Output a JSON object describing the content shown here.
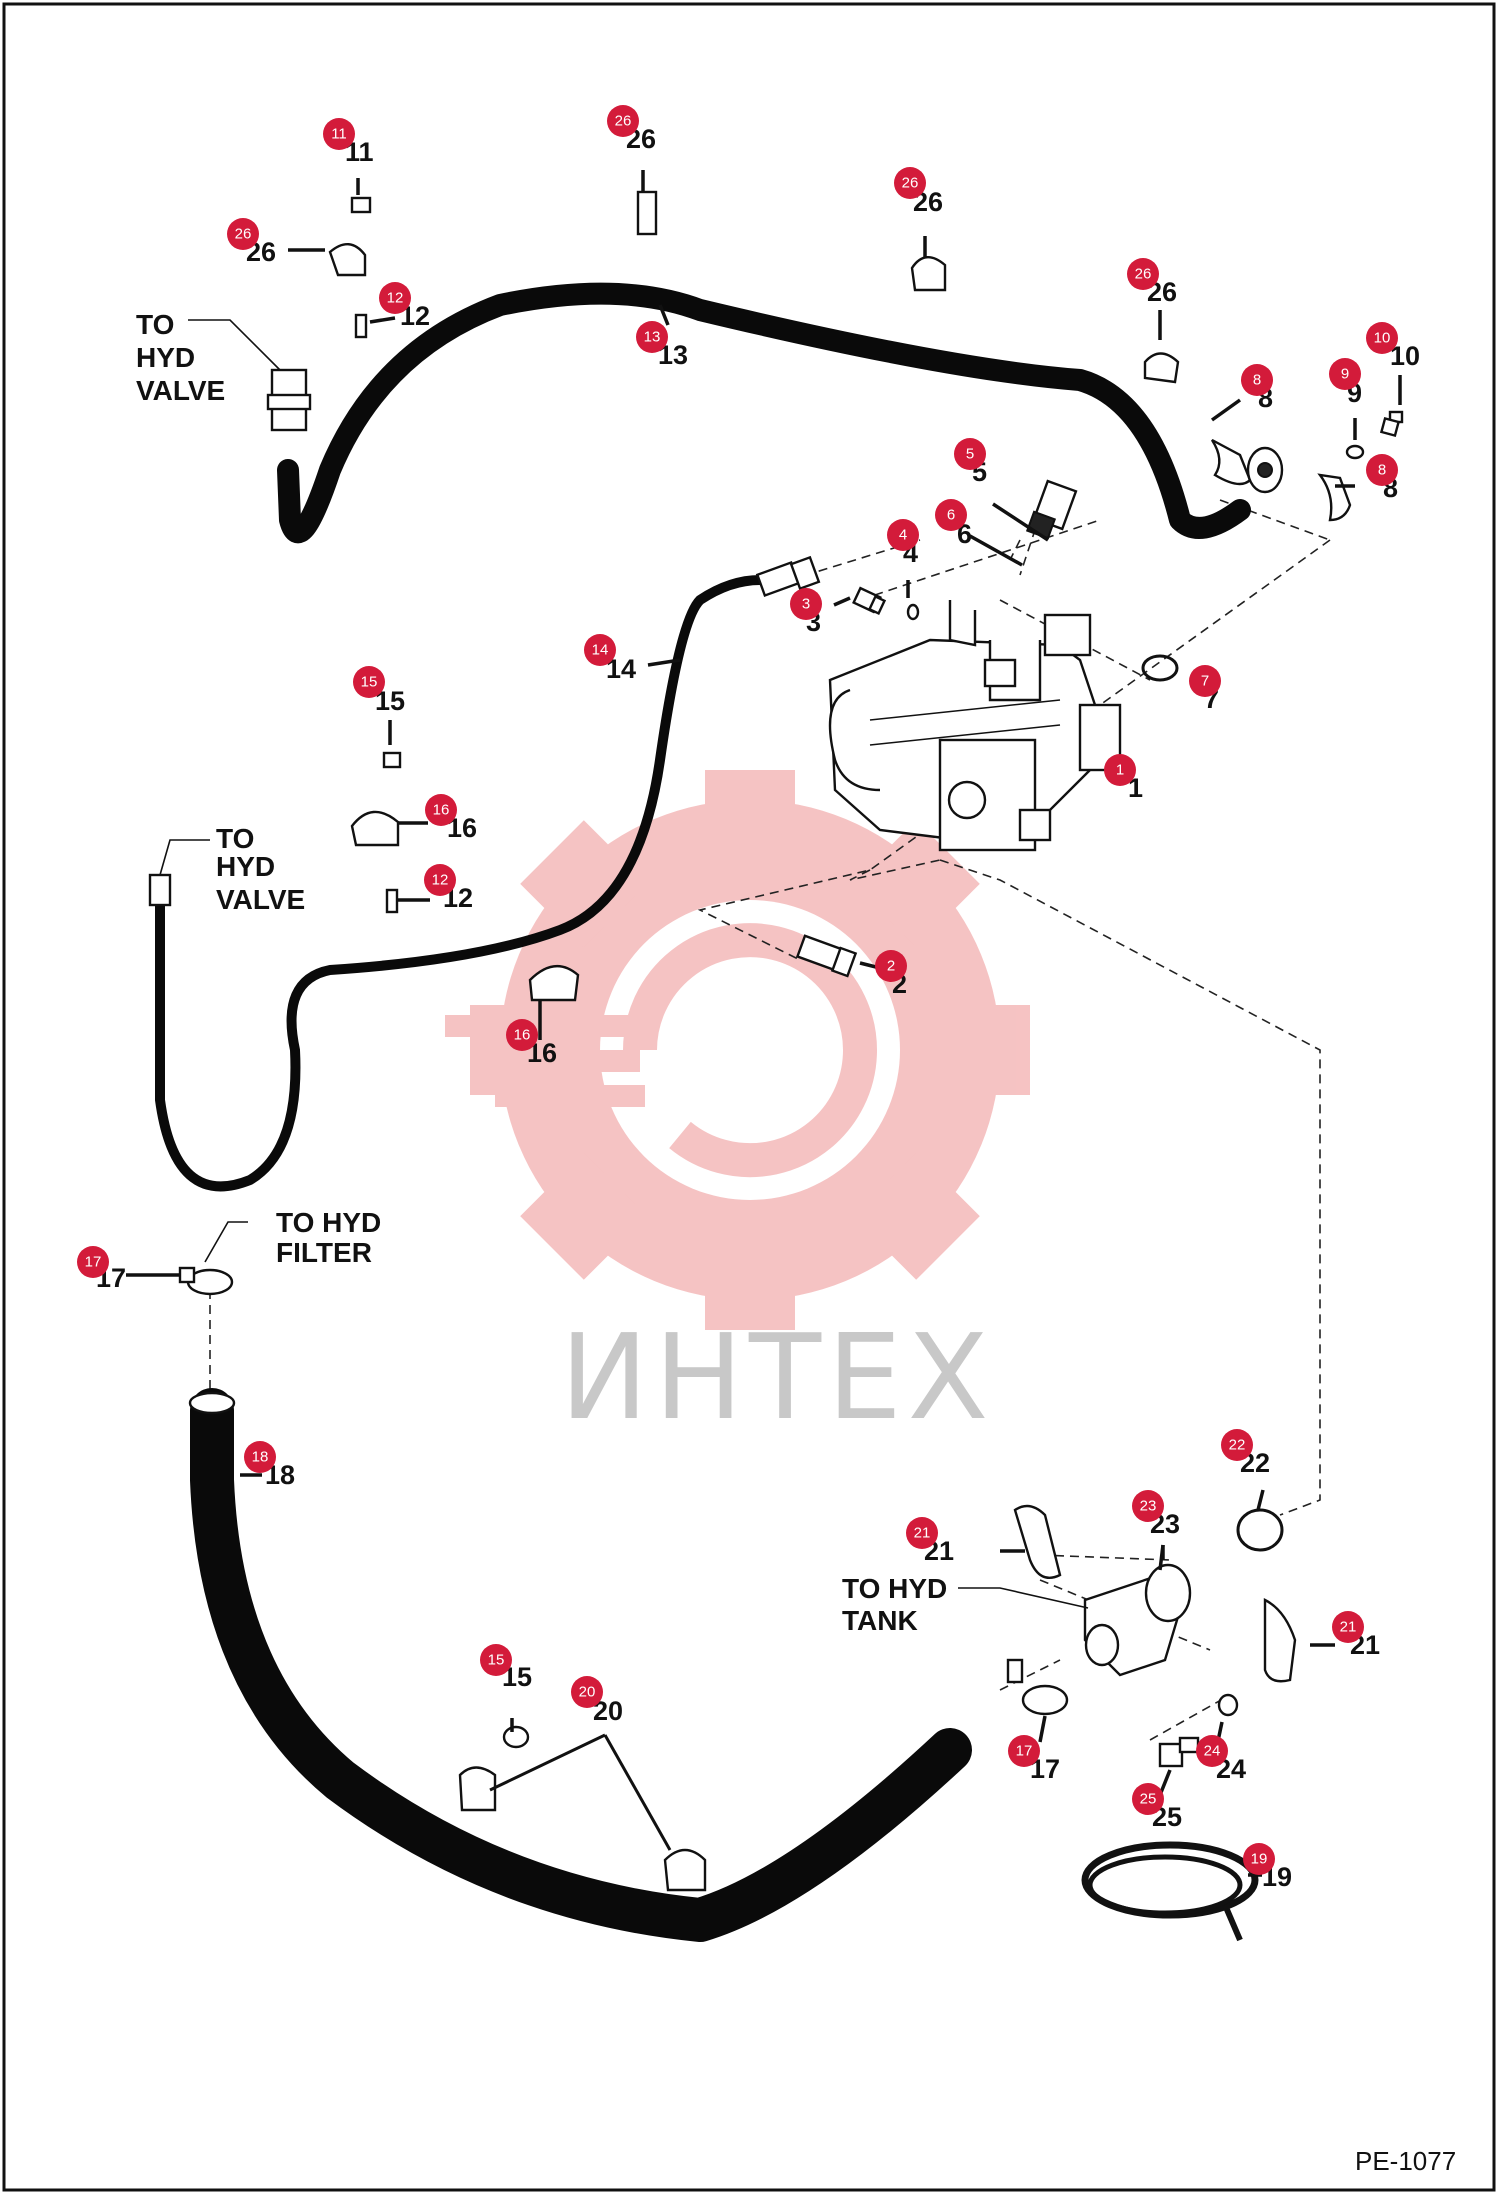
{
  "diagram": {
    "code": "PE-1077",
    "watermark": "ИНТЕХ",
    "notes": {
      "hyd_valve_top": [
        "TO",
        "HYD",
        "VALVE"
      ],
      "hyd_valve_mid": [
        "TO",
        "HYD",
        "VALVE"
      ],
      "hyd_filter": [
        "TO HYD",
        "FILTER"
      ],
      "hyd_tank": [
        "TO HYD",
        "TANK"
      ]
    },
    "callouts": [
      {
        "id": "1",
        "label": "1"
      },
      {
        "id": "2",
        "label": "2"
      },
      {
        "id": "3",
        "label": "3"
      },
      {
        "id": "4",
        "label": "4"
      },
      {
        "id": "5",
        "label": "5"
      },
      {
        "id": "6",
        "label": "6"
      },
      {
        "id": "7",
        "label": "7"
      },
      {
        "id": "8a",
        "label": "8"
      },
      {
        "id": "8b",
        "label": "8"
      },
      {
        "id": "9",
        "label": "9"
      },
      {
        "id": "10",
        "label": "10"
      },
      {
        "id": "11",
        "label": "11"
      },
      {
        "id": "12a",
        "label": "12"
      },
      {
        "id": "12b",
        "label": "12"
      },
      {
        "id": "13",
        "label": "13"
      },
      {
        "id": "14",
        "label": "14"
      },
      {
        "id": "15a",
        "label": "15"
      },
      {
        "id": "15b",
        "label": "15"
      },
      {
        "id": "16a",
        "label": "16"
      },
      {
        "id": "16b",
        "label": "16"
      },
      {
        "id": "17a",
        "label": "17"
      },
      {
        "id": "17b",
        "label": "17"
      },
      {
        "id": "18",
        "label": "18"
      },
      {
        "id": "19",
        "label": "19"
      },
      {
        "id": "20",
        "label": "20"
      },
      {
        "id": "21a",
        "label": "21"
      },
      {
        "id": "21b",
        "label": "21"
      },
      {
        "id": "22",
        "label": "22"
      },
      {
        "id": "23",
        "label": "23"
      },
      {
        "id": "24",
        "label": "24"
      },
      {
        "id": "25",
        "label": "25"
      },
      {
        "id": "26a",
        "label": "26"
      },
      {
        "id": "26b",
        "label": "26"
      },
      {
        "id": "26c",
        "label": "26"
      },
      {
        "id": "26d",
        "label": "26"
      }
    ]
  },
  "colors": {
    "badge": "#d31b3a",
    "watermark": "#f4b9b9",
    "ink": "#111111"
  }
}
